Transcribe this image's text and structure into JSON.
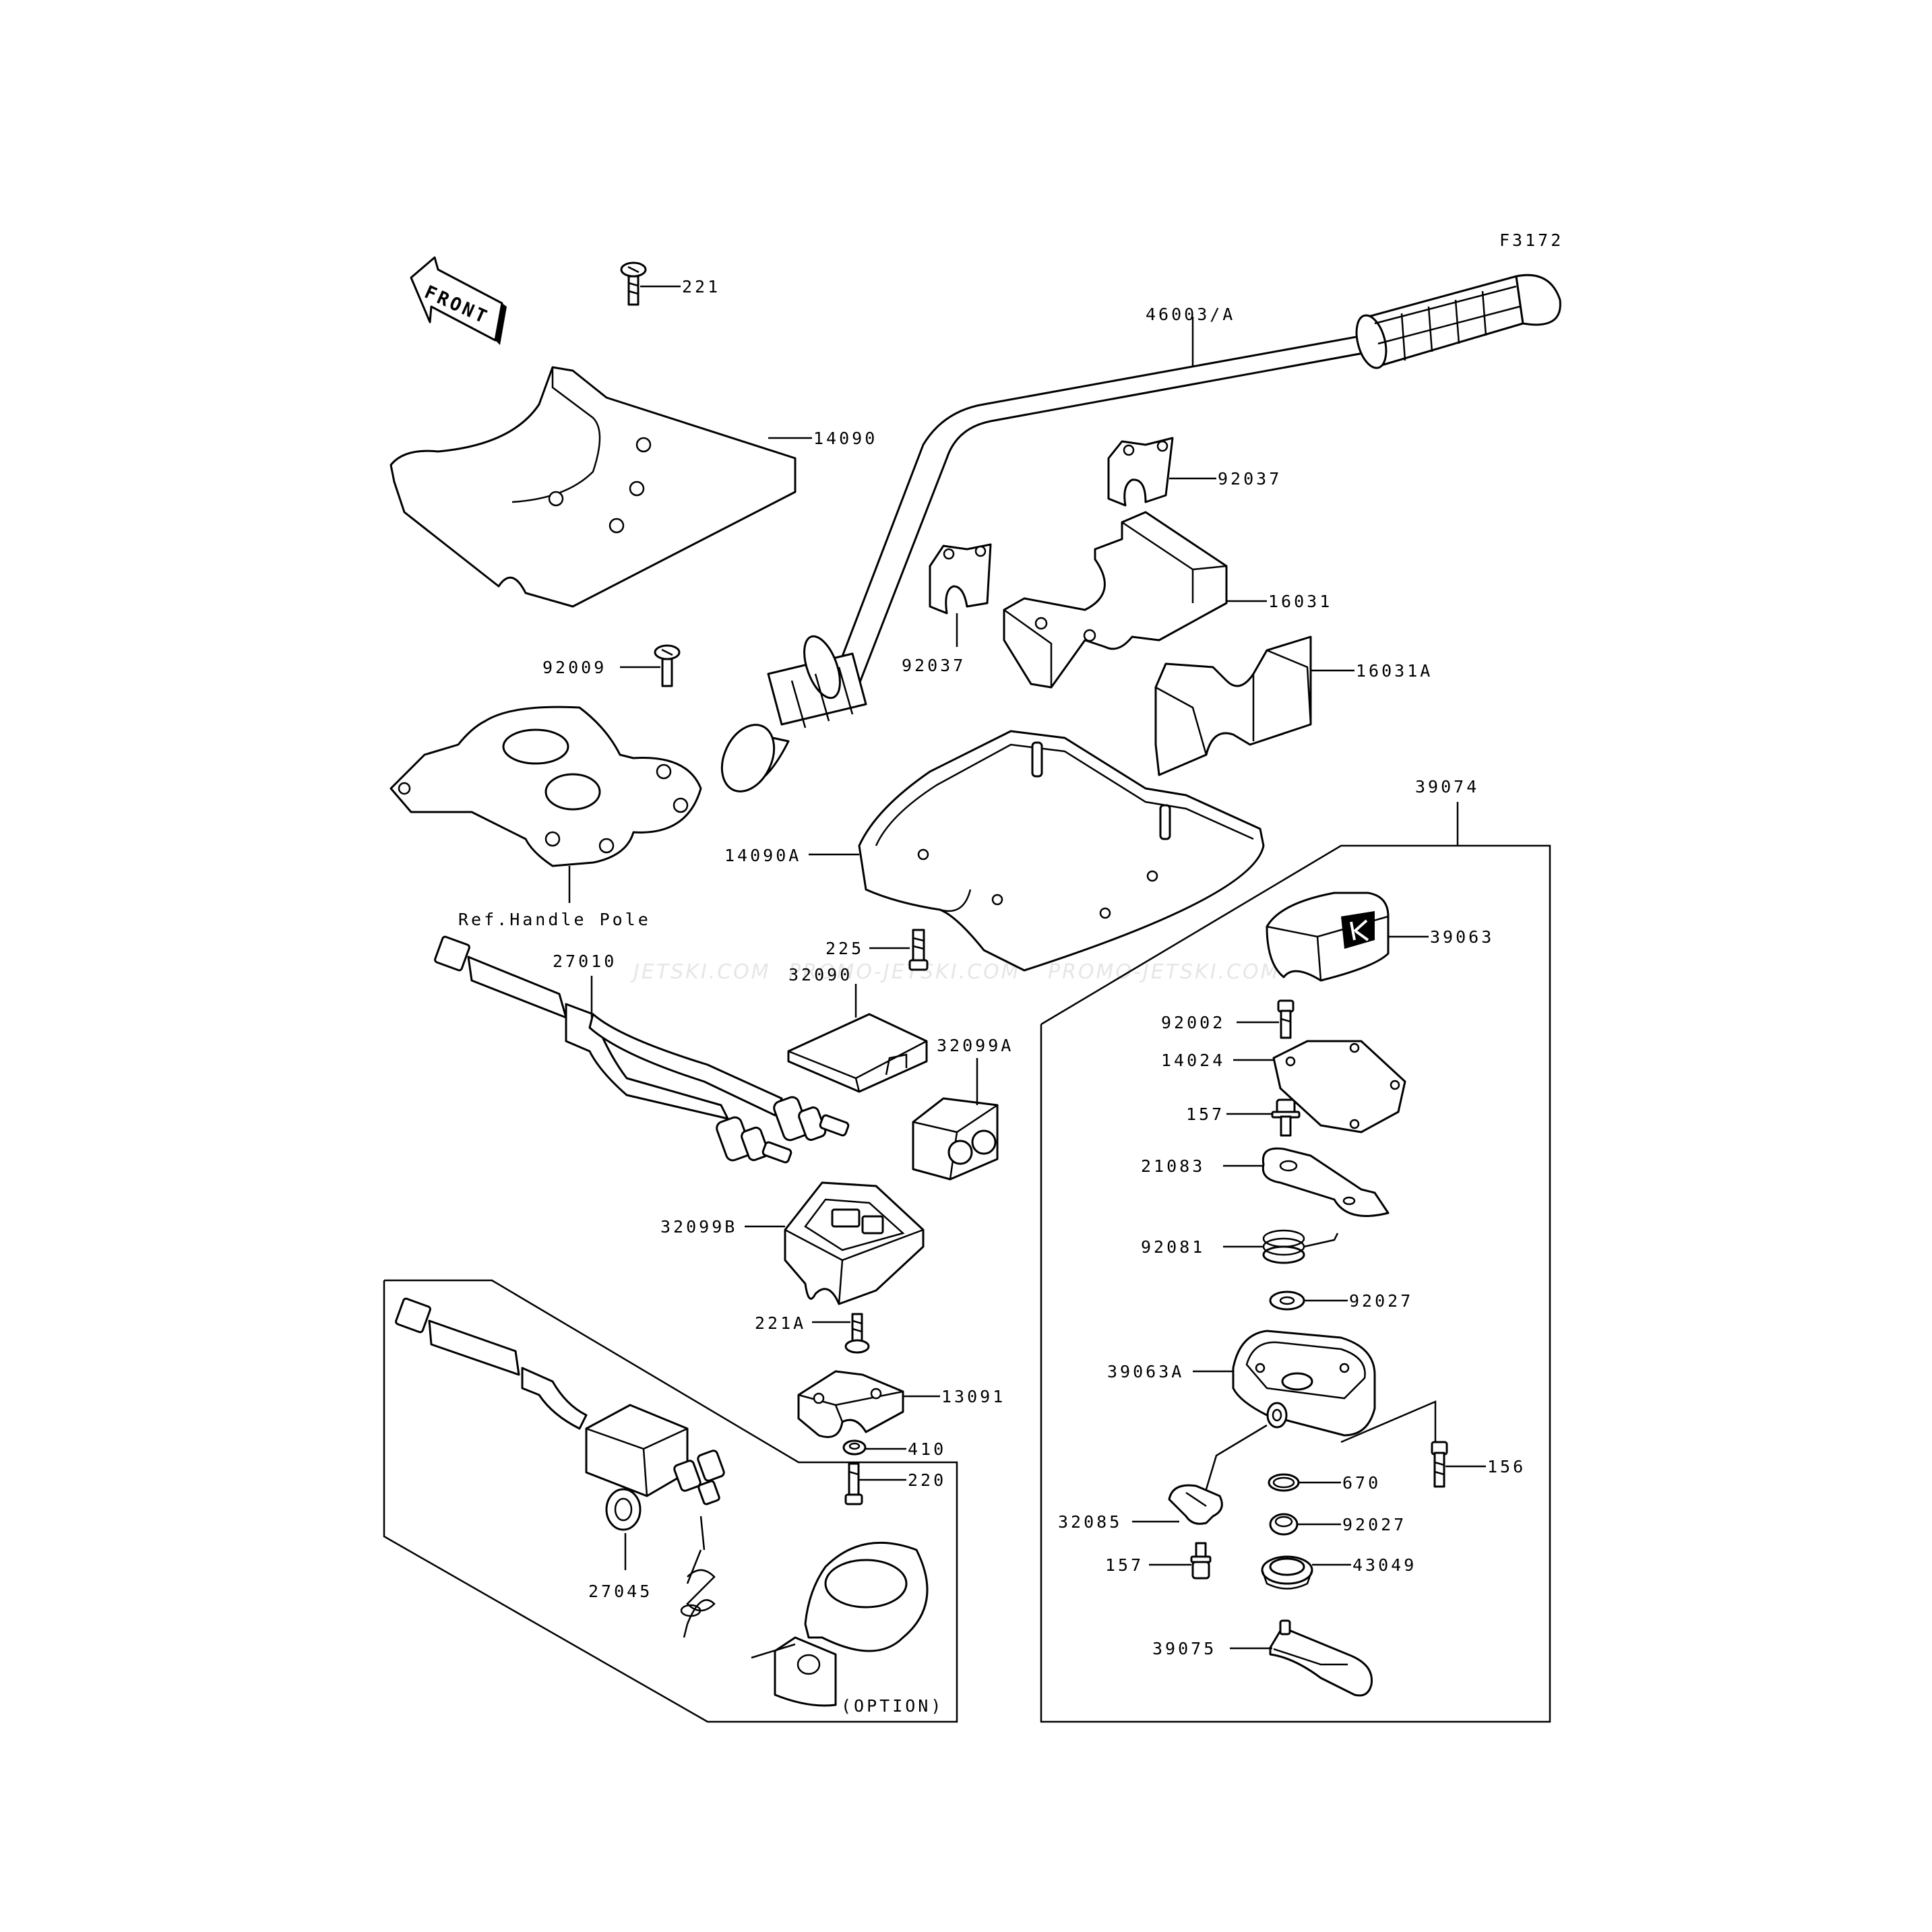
{
  "diagram_code": "F3172",
  "direction_label": "FRONT",
  "watermark": "PROMO-JETSKI.COM",
  "watermark_partial": "JETSKI.COM",
  "ref_note": "Ref.Handle Pole",
  "option_label": "(OPTION)",
  "assembly_label": "39074",
  "parts": {
    "p221": "221",
    "p46003a": "46003/A",
    "p14090": "14090",
    "p92037_top": "92037",
    "p16031": "16031",
    "p92037_left": "92037",
    "p16031a": "16031A",
    "p92009": "92009",
    "p14090a": "14090A",
    "p39063": "39063",
    "p225": "225",
    "p27010": "27010",
    "p32090": "32090",
    "p32099a": "32099A",
    "p92002": "92002",
    "p14024": "14024",
    "p157_top": "157",
    "p21083": "21083",
    "p32099b": "32099B",
    "p92081": "92081",
    "p92027_top": "92027",
    "p221a": "221A",
    "p39063a": "39063A",
    "p13091": "13091",
    "p410": "410",
    "p156": "156",
    "p220": "220",
    "p670": "670",
    "p32085": "32085",
    "p92027_bot": "92027",
    "p27045": "27045",
    "p157_bot": "157",
    "p43049": "43049",
    "p39075": "39075"
  }
}
